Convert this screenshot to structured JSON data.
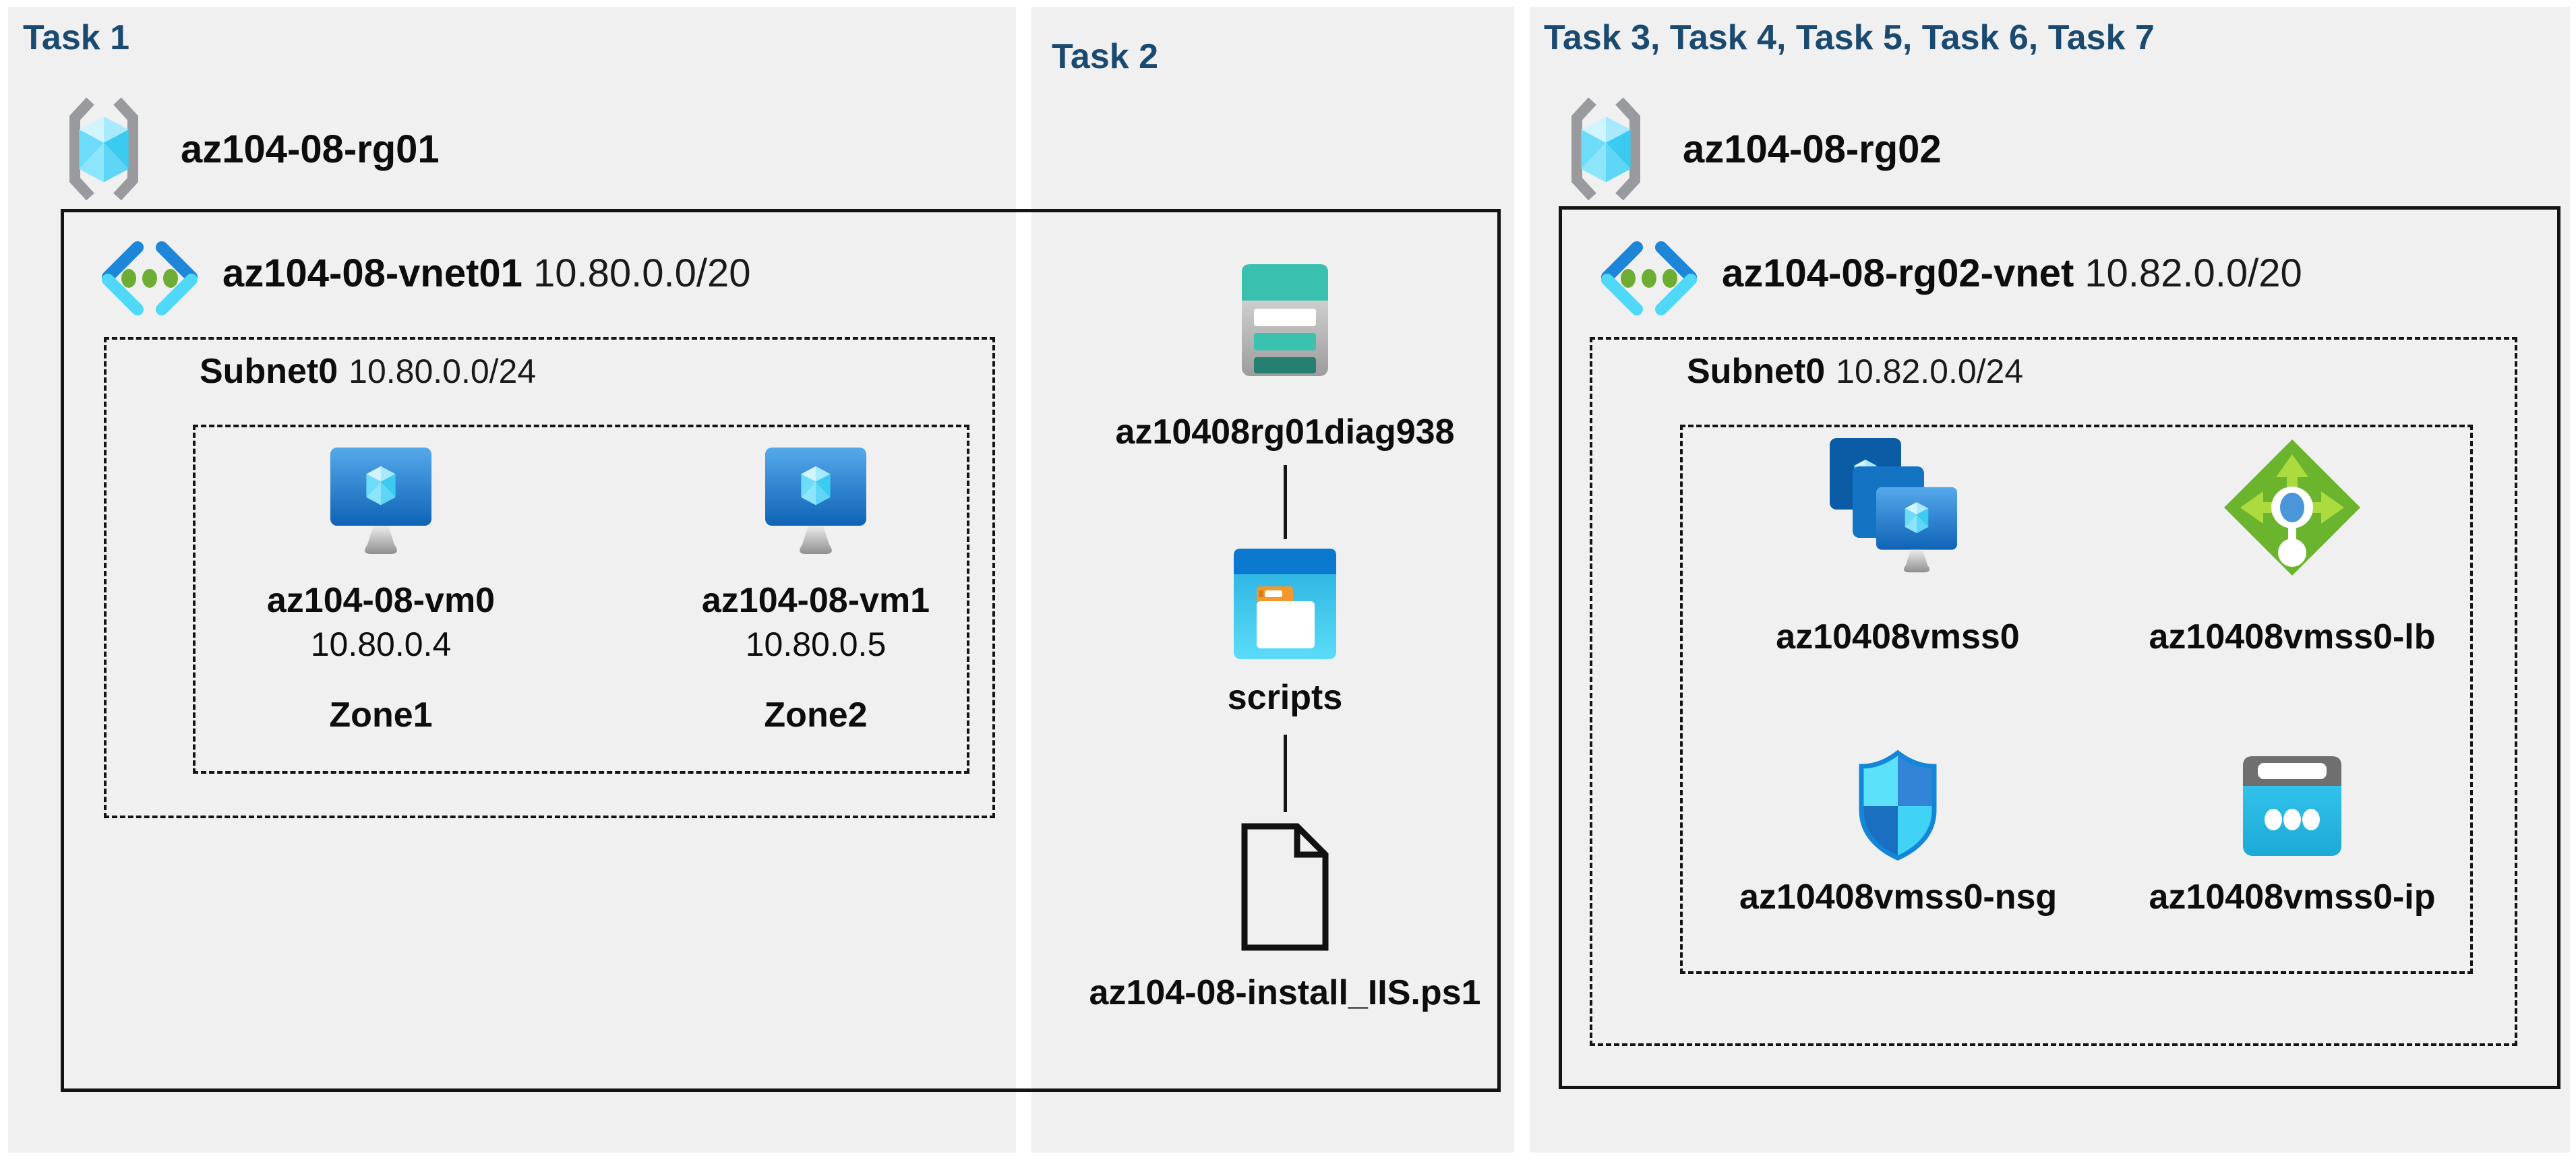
{
  "colors": {
    "task_title": "#1b4a70",
    "panel_bg": "#f0f0f1",
    "line": "#141414",
    "storage_teal": "#39c0ae",
    "azure_blue": "#0b79d0",
    "cyan": "#29bfe9",
    "lb_green": "#6ab42e",
    "text": "#0d0d0d"
  },
  "icons": [
    "resource-group-icon",
    "virtual-network-icon",
    "virtual-machine-icon",
    "storage-account-icon",
    "scripts-folder-icon",
    "script-file-icon",
    "vm-scale-set-icon",
    "load-balancer-icon",
    "network-security-group-icon",
    "public-ip-icon"
  ],
  "tasks": {
    "task1": {
      "title": "Task 1",
      "rg": "az104-08-rg01",
      "vnet": {
        "name": "az104-08-vnet01",
        "cidr": "10.80.0.0/20"
      },
      "subnet": {
        "name": "Subnet0",
        "cidr": "10.80.0.0/24"
      },
      "vms": [
        {
          "name": "az104-08-vm0",
          "ip": "10.80.0.4",
          "zone": "Zone1"
        },
        {
          "name": "az104-08-vm1",
          "ip": "10.80.0.5",
          "zone": "Zone2"
        }
      ]
    },
    "task2": {
      "title": "Task 2",
      "storage": "az10408rg01diag938",
      "folder": "scripts",
      "file": "az104-08-install_IIS.ps1"
    },
    "task3": {
      "title": "Task 3, Task 4, Task 5, Task 6, Task 7",
      "rg": "az104-08-rg02",
      "vnet": {
        "name": "az104-08-rg02-vnet",
        "cidr": "10.82.0.0/20"
      },
      "subnet": {
        "name": "Subnet0",
        "cidr": "10.82.0.0/24"
      },
      "items": {
        "vmss": "az10408vmss0",
        "lb": "az10408vmss0-lb",
        "nsg": "az10408vmss0-nsg",
        "ip": "az10408vmss0-ip"
      }
    }
  }
}
